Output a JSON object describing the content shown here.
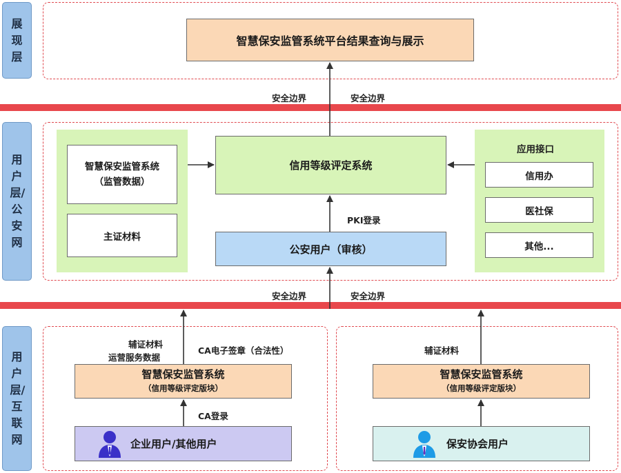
{
  "layers": {
    "display": "展现层",
    "user_public": "用户层/公安网",
    "user_internet": "用户层/互联网"
  },
  "display_box": "智慧保安监管系统平台结果查询与展示",
  "boundary_labels": {
    "top_left": "安全边界",
    "top_right": "安全边界",
    "bottom_left": "安全边界",
    "bottom_right": "安全边界"
  },
  "public_net": {
    "left_box_line1": "智慧保安监管系统",
    "left_box_line2": "（监管数据）",
    "left_box2": "主证材料",
    "center_box": "信用等级评定系统",
    "pki_label": "PKI登录",
    "police_box": "公安用户（审核）",
    "right_panel_title": "应用接口",
    "right_items": [
      "信用办",
      "医社保",
      "其他..."
    ]
  },
  "internet": {
    "left_labels": [
      "辅证材料",
      "运营服务数据"
    ],
    "ca_sign_label": "CA电子签章（合法性）",
    "left_system_title": "智慧保安监管系统",
    "left_system_sub": "（信用等级评定版块）",
    "ca_login_label": "CA登录",
    "enterprise_user": "企业用户/其他用户",
    "right_label": "辅证材料",
    "right_system_title": "智慧保安监管系统",
    "right_system_sub": "（信用等级评定版块）",
    "association_user": "保安协会用户"
  },
  "colors": {
    "boundary": "#e8474c",
    "layer_label": "#9fc4ea",
    "orange": "#fbd8b6",
    "green": "#d8f4b8",
    "blue": "#b9d9f6",
    "purple": "#ccc9f2",
    "teal": "#d9f1ef"
  },
  "icons": {
    "enterprise_user": "user-business-icon",
    "association_user": "user-security-icon"
  }
}
